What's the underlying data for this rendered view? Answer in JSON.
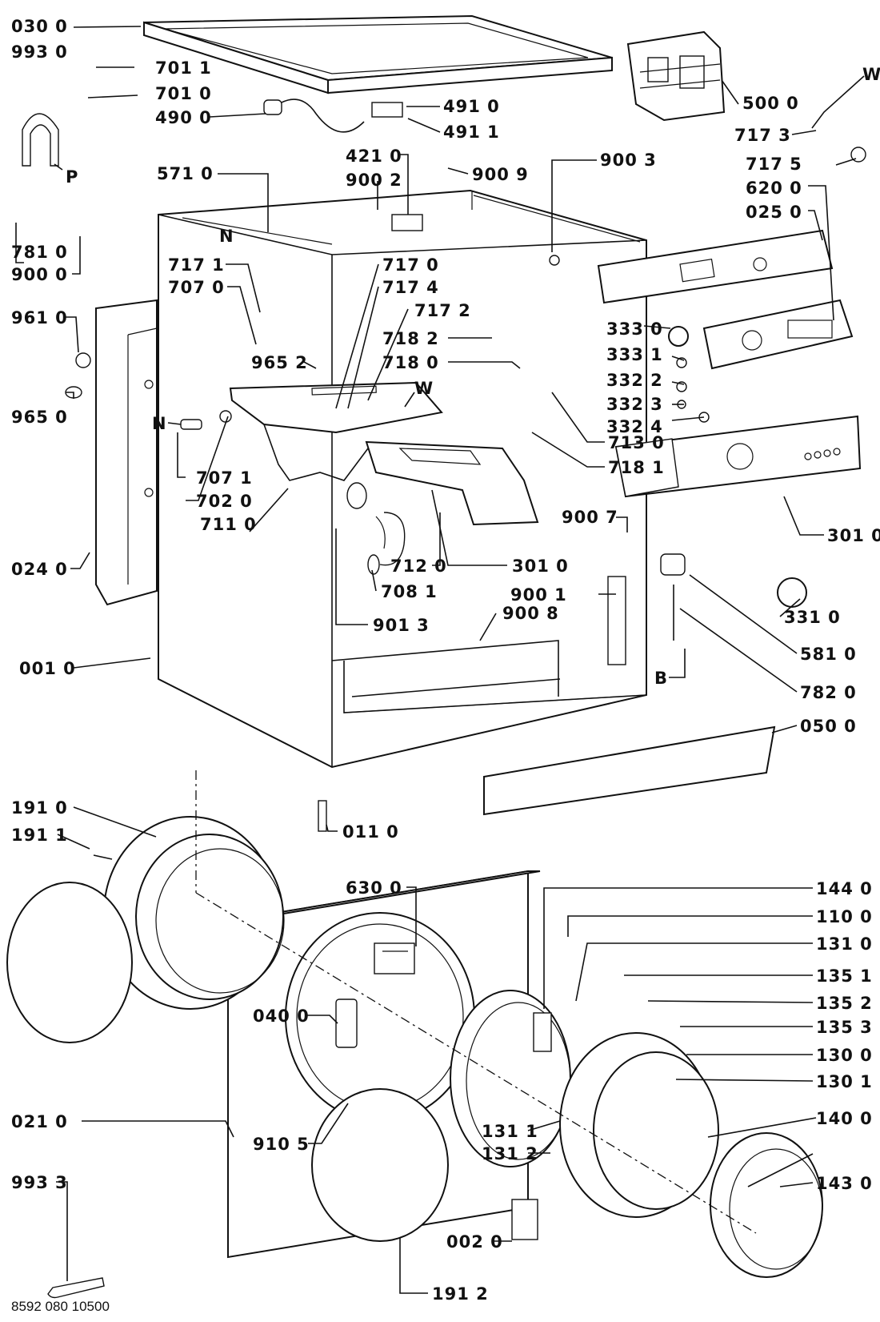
{
  "document": {
    "footer_code": "8592 080 10500"
  },
  "part_labels": {
    "p0300": "030 0",
    "p9930": "993 0",
    "p7011": "701 1",
    "p7010": "701 0",
    "p4900": "490 0",
    "p4910": "491 0",
    "p4911": "491 1",
    "p5000": "500 0",
    "pW1": "W",
    "p7173": "717 3",
    "p7175": "717 5",
    "p6200": "620 0",
    "p0250": "025 0",
    "p4210": "421 0",
    "p9002": "900 2",
    "p9009": "900 9",
    "p9003": "900 3",
    "p5710": "571 0",
    "pP": "P",
    "pN1": "N",
    "p7810": "781 0",
    "p9000": "900 0",
    "p7171": "717 1",
    "p7070": "707 0",
    "p7170": "717 0",
    "p7174": "717 4",
    "p7172": "717 2",
    "p7182": "718 2",
    "p7180": "718 0",
    "p9610": "961 0",
    "p9652": "965 2",
    "pW2": "W",
    "p3330": "333 0",
    "p3331": "333 1",
    "p3322": "332 2",
    "p3323": "332 3",
    "p3324": "332 4",
    "p7130": "713 0",
    "p7181": "718 1",
    "p9650": "965 0",
    "pN2": "N",
    "p7071": "707 1",
    "p7020": "702 0",
    "p7110": "711 0",
    "p9007": "900 7",
    "p3010a": "301 0",
    "p3010b": "301 0",
    "p7120": "712 0",
    "p0240": "024 0",
    "p7081": "708 1",
    "p9001": "900 1",
    "p3310": "331 0",
    "p9013": "901 3",
    "p9008": "900 8",
    "p5810": "581 0",
    "p0010": "001 0",
    "pB": "B",
    "p7820": "782 0",
    "p0500": "050 0",
    "p0110": "011 0",
    "p1910": "191 0",
    "p1911": "191 1",
    "p6300": "630 0",
    "p1440": "144 0",
    "p1100": "110 0",
    "p1310": "131 0",
    "p1351": "135 1",
    "p1352": "135 2",
    "p1353": "135 3",
    "p0400": "040 0",
    "p1300": "130 0",
    "p1301": "130 1",
    "p0210": "021 0",
    "p9105": "910 5",
    "p1311": "131 1",
    "p1312": "131 2",
    "p1400": "140 0",
    "p1430": "143 0",
    "p9933": "993 3",
    "p0020": "002 0",
    "p1912": "191 2"
  }
}
